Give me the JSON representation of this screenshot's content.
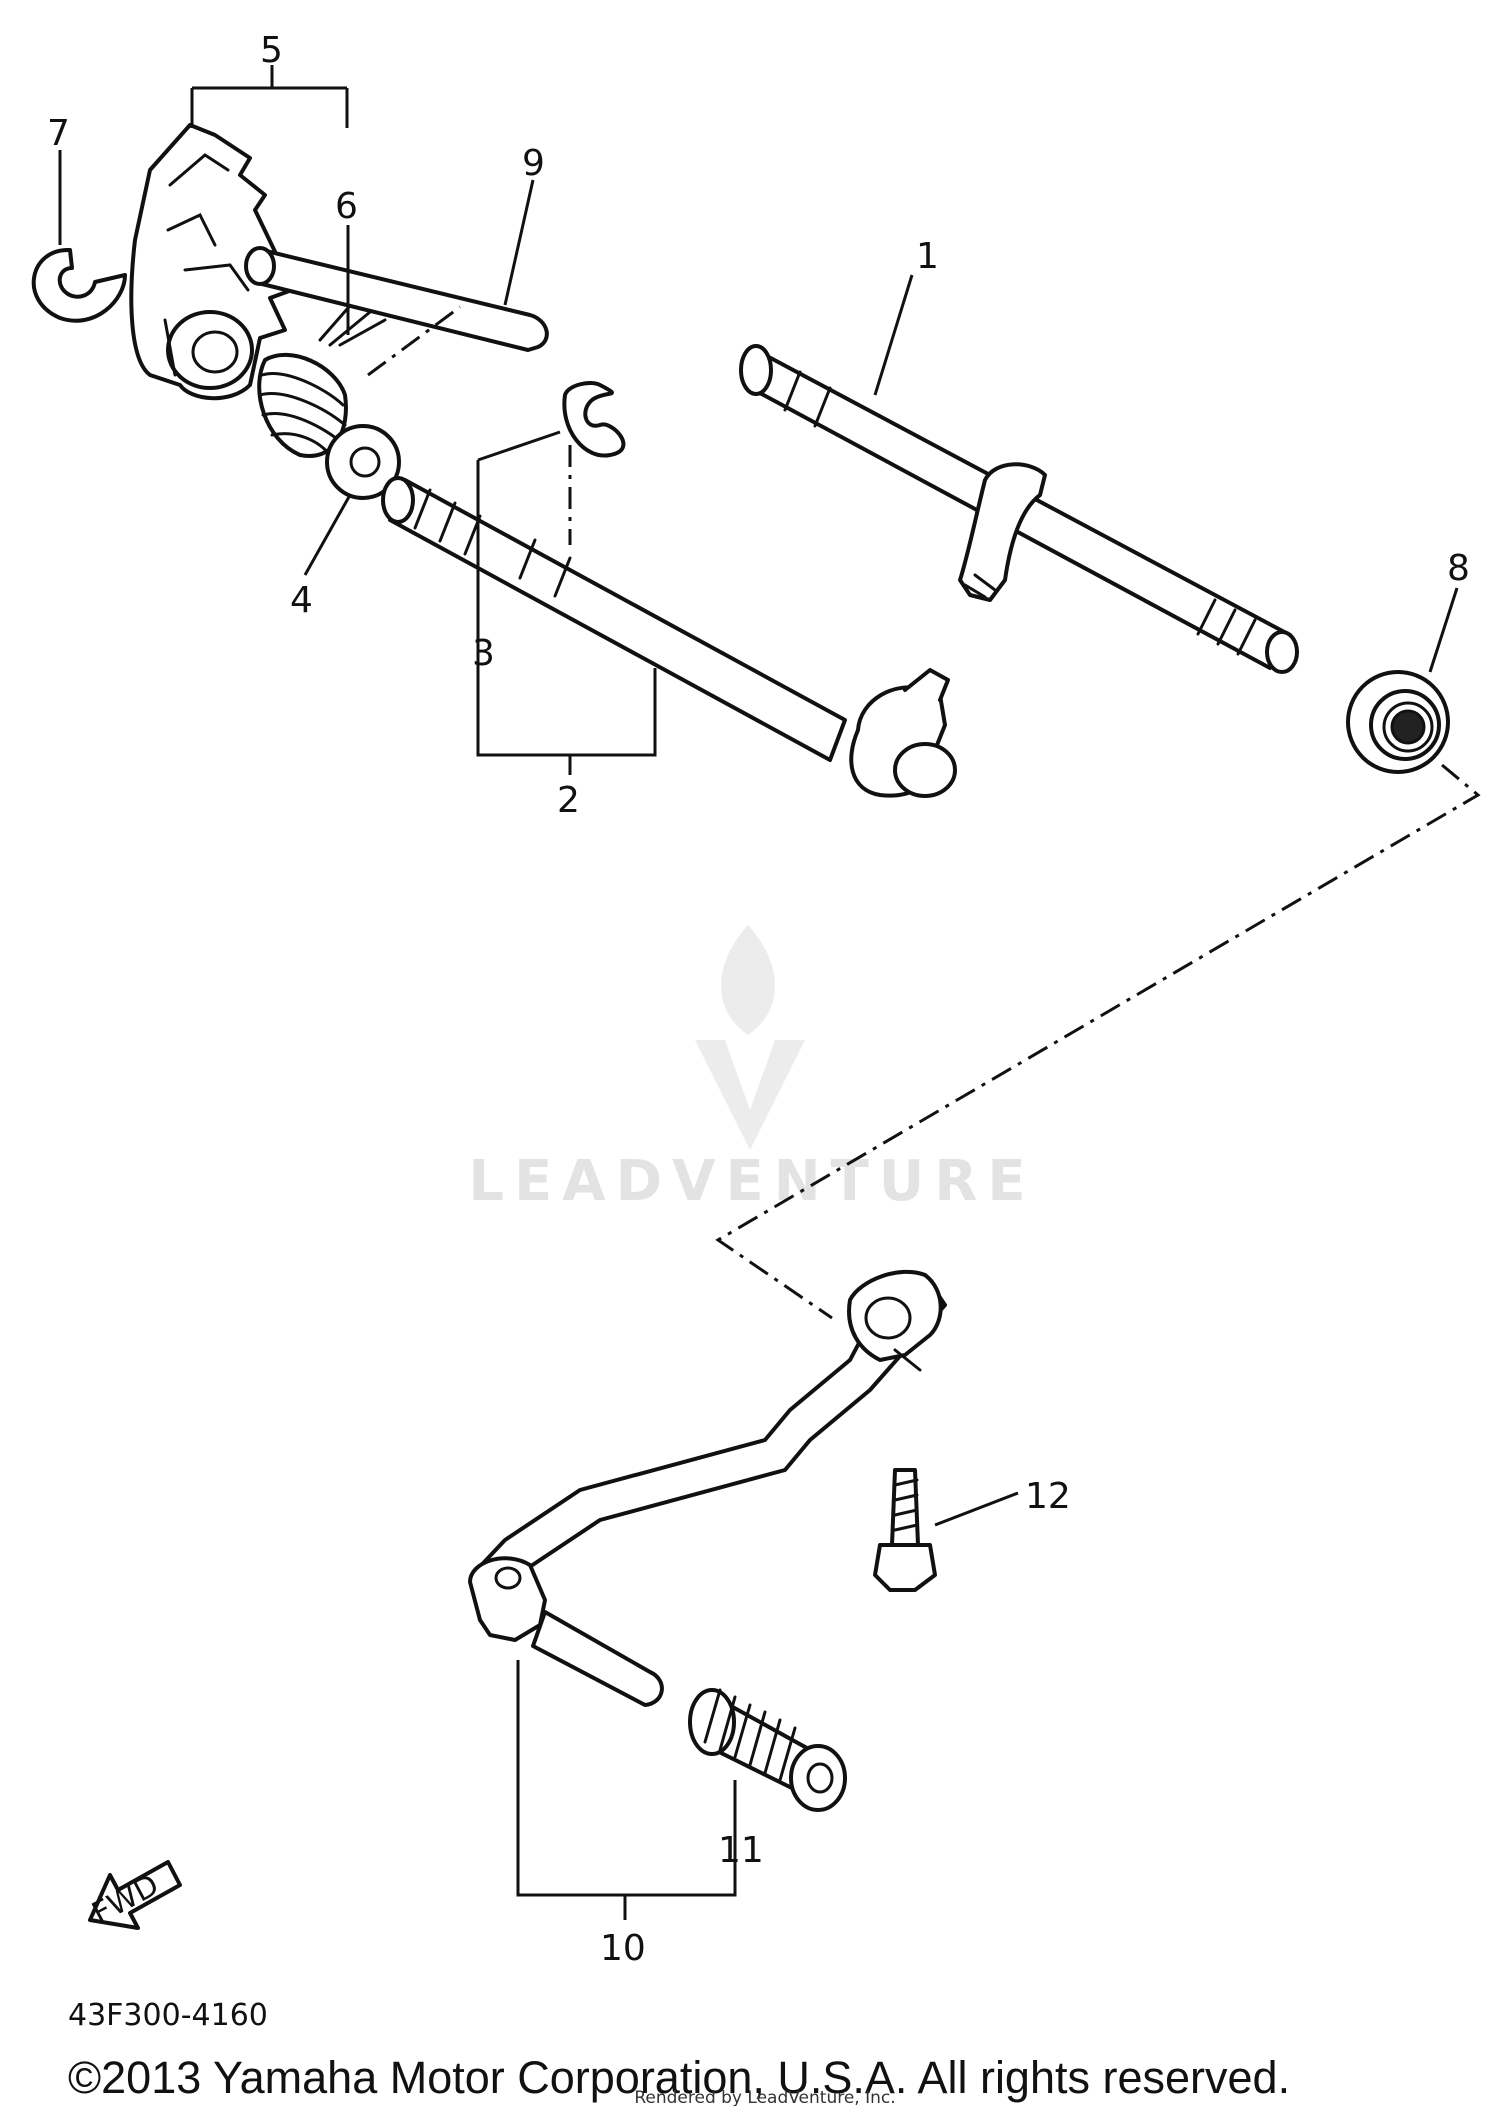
{
  "diagram": {
    "callouts": [
      {
        "id": "1",
        "label": "1"
      },
      {
        "id": "2",
        "label": "2"
      },
      {
        "id": "3",
        "label": "3"
      },
      {
        "id": "4",
        "label": "4"
      },
      {
        "id": "5",
        "label": "5"
      },
      {
        "id": "6",
        "label": "6"
      },
      {
        "id": "7",
        "label": "7"
      },
      {
        "id": "8",
        "label": "8"
      },
      {
        "id": "9",
        "label": "9"
      },
      {
        "id": "10",
        "label": "10"
      },
      {
        "id": "11",
        "label": "11"
      },
      {
        "id": "12",
        "label": "12"
      }
    ],
    "fwd_label": "FWD",
    "diagram_code": "43F300-4160",
    "watermark": "LEADVENTURE",
    "copyright": "©2013 Yamaha Motor Corporation, U.S.A. All rights reserved.",
    "credit": "Rendered by LeadVenture, Inc."
  }
}
